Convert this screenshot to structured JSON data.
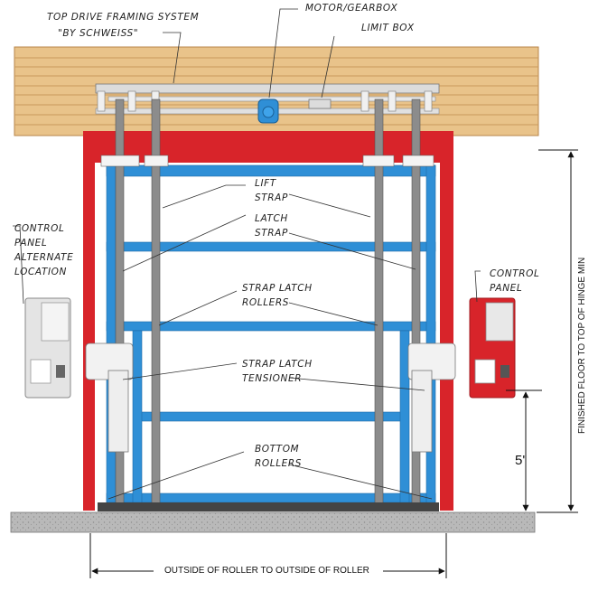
{
  "colors": {
    "wood": "#e9c38a",
    "wood_line": "#c99a5c",
    "frame_red": "#d8242a",
    "frame_blue": "#2f8fd6",
    "strap": "#8c8c8c",
    "panel_red": "#d8242a",
    "panel_gray": "#e4e4e4",
    "concrete": "#b9b9b9"
  },
  "labels": {
    "top_drive_1": "TOP DRIVE FRAMING SYSTEM",
    "top_drive_2": "\"BY SCHWEISS\"",
    "motor": "MOTOR/GEARBOX",
    "limit": "LIMIT BOX",
    "control_alt_1": "CONTROL",
    "control_alt_2": "PANEL",
    "control_alt_3": "ALTERNATE",
    "control_alt_4": "LOCATION",
    "lift_1": "LIFT",
    "lift_2": "STRAP",
    "latch_strap_1": "LATCH",
    "latch_strap_2": "STRAP",
    "rollers_1": "STRAP LATCH",
    "rollers_2": "ROLLERS",
    "tensioner_1": "STRAP LATCH",
    "tensioner_2": "TENSIONER",
    "bottom_1": "BOTTOM",
    "bottom_2": "ROLLERS",
    "control_1": "CONTROL",
    "control_2": "PANEL"
  },
  "dimensions": {
    "height_label": "FINISHED FLOOR TO TOP OF HINGE MIN",
    "five_ft": "5'",
    "width_label": "OUTSIDE OF ROLLER TO OUTSIDE OF ROLLER"
  }
}
